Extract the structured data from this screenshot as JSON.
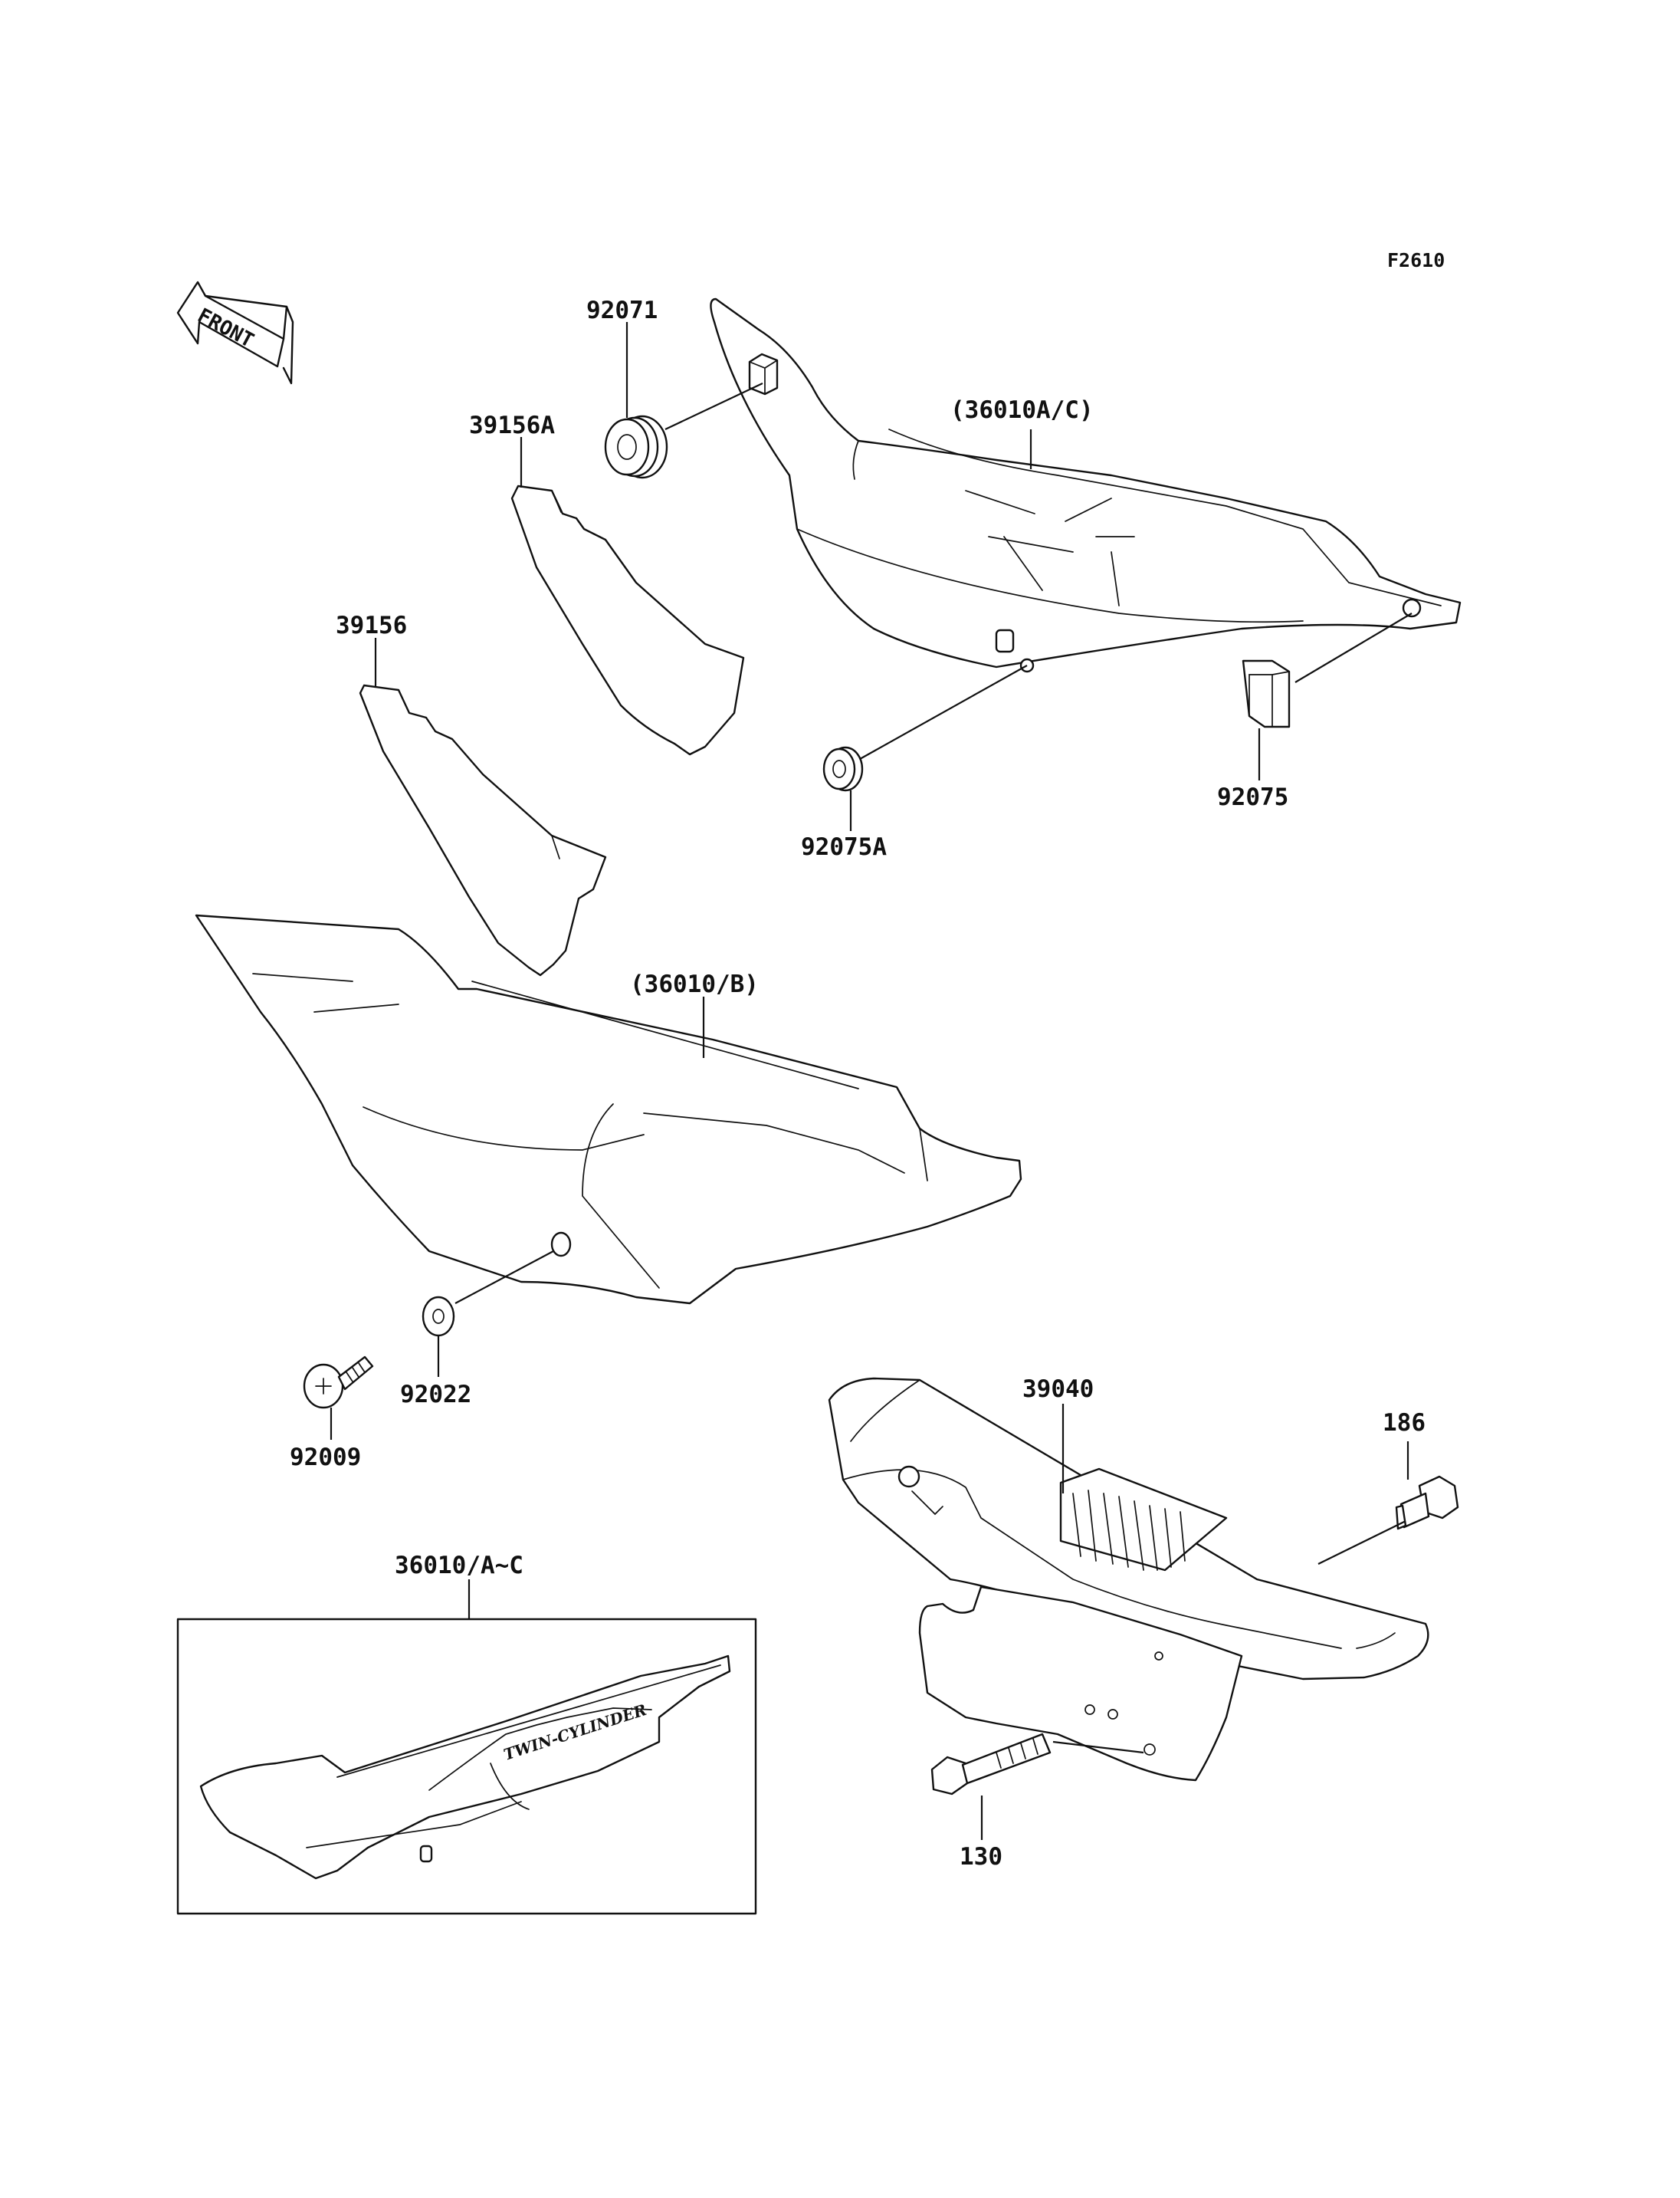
{
  "figure_code": "F2610",
  "front_arrow_label": "FRONT",
  "emblem_text": "TWIN-CYLINDER",
  "callouts": {
    "cover_a_c": "(36010A/C)",
    "grommet_92071": "92071",
    "plate_39156a": "39156A",
    "plate_39156": "39156",
    "clip_92075": "92075",
    "grommet_92075a": "92075A",
    "cover_b": "(36010/B)",
    "washer_92022": "92022",
    "screw_92009": "92009",
    "chain_cover_39040": "39040",
    "bolt_186": "186",
    "bolt_130": "130",
    "cover_a_c_inset": "36010/A~C"
  }
}
